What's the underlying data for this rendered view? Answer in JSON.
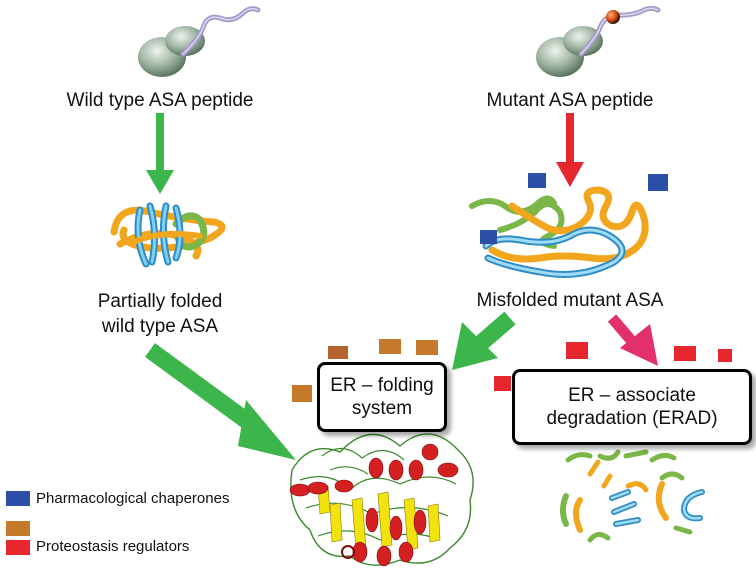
{
  "labels": {
    "wild_type_peptide": "Wild type ASA peptide",
    "mutant_peptide": "Mutant ASA peptide",
    "partially_folded_line1": "Partially folded",
    "partially_folded_line2": "wild type ASA",
    "misfolded": "Misfolded mutant ASA"
  },
  "boxes": {
    "er_folding_line1": "ER – folding",
    "er_folding_line2": "system",
    "erad_line1": "ER – associate",
    "erad_line2": "degradation (ERAD)"
  },
  "legend": {
    "pharmacological": "Pharmacological chaperones",
    "proteostasis": "Proteostasis regulators"
  },
  "colors": {
    "pharmacological_chaperone": "#2b4ea6",
    "proteostasis_brown": "#c57a2a",
    "proteostasis_red": "#e8262d",
    "green_arrow": "#3cb54a",
    "red_arrow": "#e52730",
    "pink_arrow": "#e2306c",
    "ribbon_orange": "#f2a61d",
    "ribbon_blue": "#55bde8",
    "ribbon_green": "#7ab648",
    "ribosome": "#8fa893",
    "peptide_chain": "#a49bc9",
    "mutation_dot": "#e25b1a",
    "helix_red": "#d42020",
    "sheet_yellow": "#f2e20d",
    "coil_green": "#3a8a2c"
  }
}
